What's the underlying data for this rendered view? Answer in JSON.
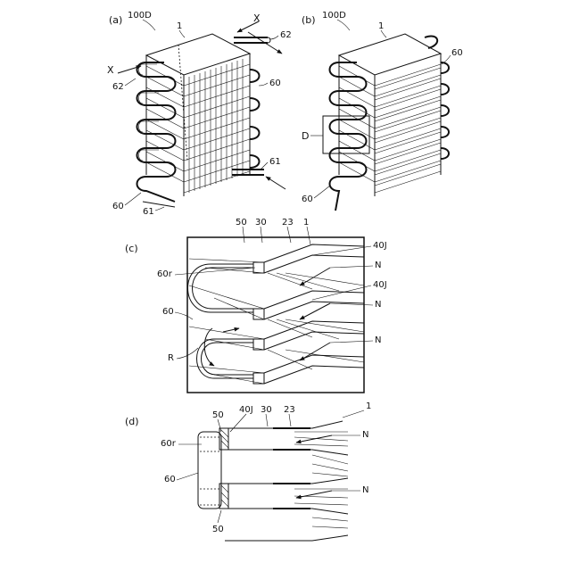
{
  "panels": {
    "a": {
      "label": "(a)",
      "labels": {
        "assembly": "100D",
        "core": "1",
        "x_top": "X",
        "x_left": "X",
        "pipe_top": "62",
        "pipe_left": "62",
        "tube_right": "60",
        "tube_bottom": "60",
        "inlet_right": "61",
        "inlet_bottom": "61"
      }
    },
    "b": {
      "label": "(b)",
      "labels": {
        "assembly": "100D",
        "core": "1",
        "tube_right": "60",
        "detail": "D",
        "tube_bottom": "60"
      }
    },
    "c": {
      "label": "(c)",
      "labels": {
        "t50": "50",
        "t30": "30",
        "t23": "23",
        "t1": "1",
        "j1": "40J",
        "n1": "N",
        "j2": "40J",
        "n2": "N",
        "n3": "N",
        "r60r": "60r",
        "r60": "60",
        "r": "R"
      }
    },
    "d": {
      "label": "(d)",
      "labels": {
        "t50": "50",
        "t40j": "40J",
        "t30": "30",
        "t23": "23",
        "t1": "1",
        "n1": "N",
        "n2": "N",
        "r60r": "60r",
        "r60": "60",
        "b50": "50"
      }
    }
  }
}
